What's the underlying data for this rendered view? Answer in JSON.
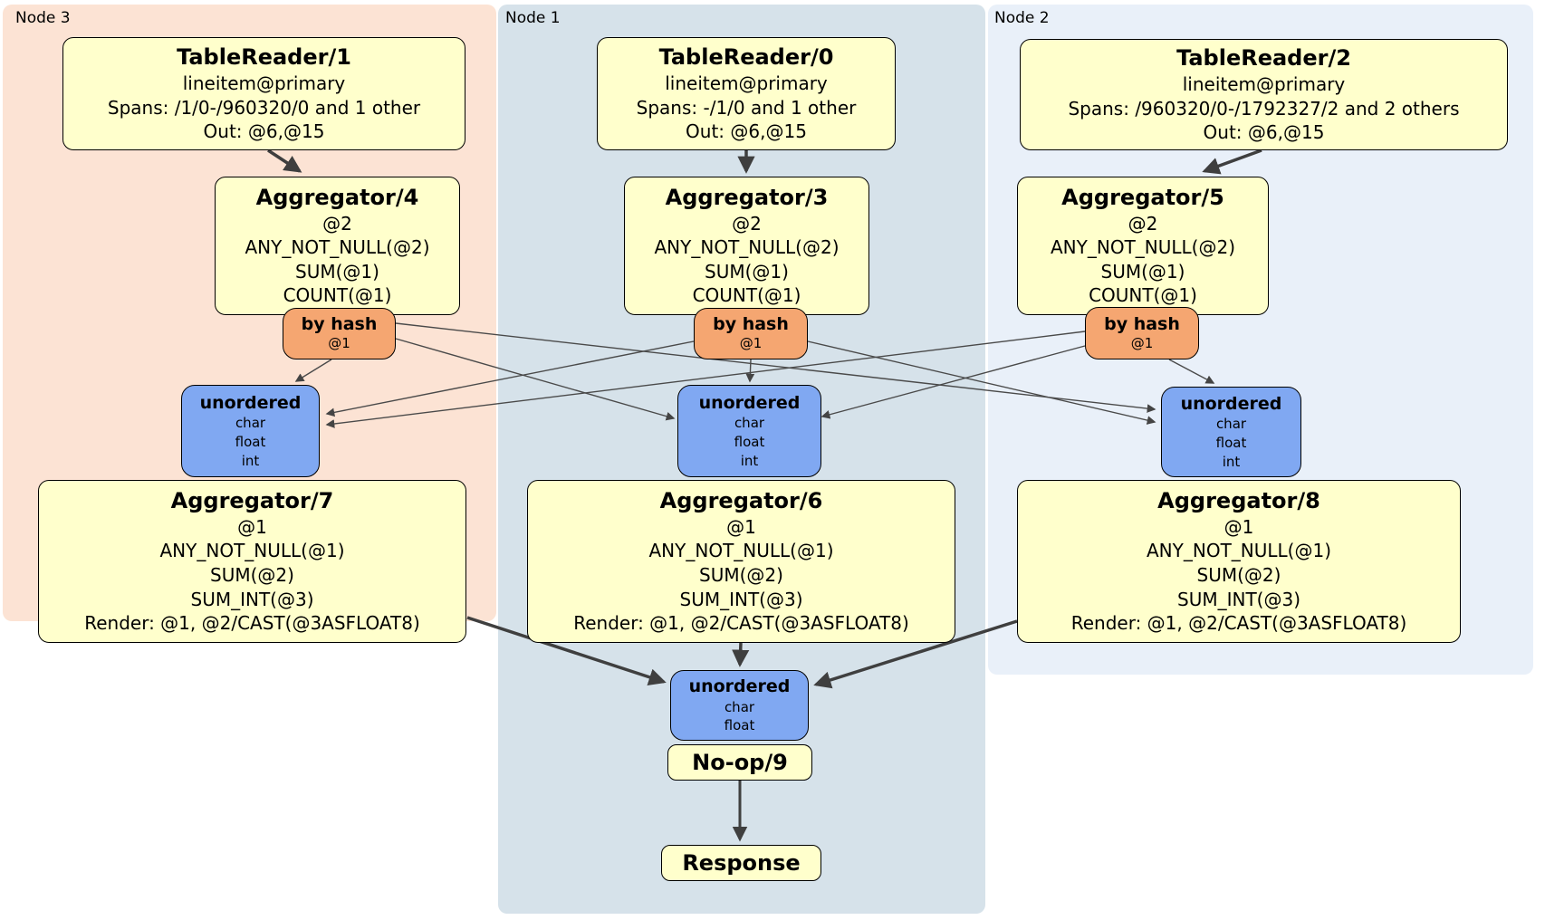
{
  "nodes": {
    "node3": {
      "label": "Node 3"
    },
    "node1": {
      "label": "Node 1"
    },
    "node2": {
      "label": "Node 2"
    }
  },
  "colors": {
    "node3_bg": "#fce3d4",
    "node1_bg": "#d6e2ea",
    "node2_bg": "#e9f0f9",
    "processor_fill": "#ffffcc",
    "router_fill": "#f5a671",
    "sync_fill": "#80a8f2",
    "edge": "#3f3f3f"
  },
  "processors": {
    "tablereader1": {
      "title": "TableReader/1",
      "lines": [
        "lineitem@primary",
        "Spans: /1/0-/960320/0 and 1 other",
        "Out: @6,@15"
      ]
    },
    "tablereader0": {
      "title": "TableReader/0",
      "lines": [
        "lineitem@primary",
        "Spans: -/1/0 and 1 other",
        "Out: @6,@15"
      ]
    },
    "tablereader2": {
      "title": "TableReader/2",
      "lines": [
        "lineitem@primary",
        "Spans: /960320/0-/1792327/2 and 2 others",
        "Out: @6,@15"
      ]
    },
    "aggregator4": {
      "title": "Aggregator/4",
      "lines": [
        "@2",
        "ANY_NOT_NULL(@2)",
        "SUM(@1)",
        "COUNT(@1)"
      ]
    },
    "aggregator3": {
      "title": "Aggregator/3",
      "lines": [
        "@2",
        "ANY_NOT_NULL(@2)",
        "SUM(@1)",
        "COUNT(@1)"
      ]
    },
    "aggregator5": {
      "title": "Aggregator/5",
      "lines": [
        "@2",
        "ANY_NOT_NULL(@2)",
        "SUM(@1)",
        "COUNT(@1)"
      ]
    },
    "aggregator7": {
      "title": "Aggregator/7",
      "lines": [
        "@1",
        "ANY_NOT_NULL(@1)",
        "SUM(@2)",
        "SUM_INT(@3)",
        "Render: @1, @2/CAST(@3ASFLOAT8)"
      ]
    },
    "aggregator6": {
      "title": "Aggregator/6",
      "lines": [
        "@1",
        "ANY_NOT_NULL(@1)",
        "SUM(@2)",
        "SUM_INT(@3)",
        "Render: @1, @2/CAST(@3ASFLOAT8)"
      ]
    },
    "aggregator8": {
      "title": "Aggregator/8",
      "lines": [
        "@1",
        "ANY_NOT_NULL(@1)",
        "SUM(@2)",
        "SUM_INT(@3)",
        "Render: @1, @2/CAST(@3ASFLOAT8)"
      ]
    },
    "noop9": {
      "title": "No-op/9"
    },
    "response": {
      "title": "Response"
    }
  },
  "routers": {
    "byhash4": {
      "label": "by hash",
      "detail": "@1"
    },
    "byhash3": {
      "label": "by hash",
      "detail": "@1"
    },
    "byhash5": {
      "label": "by hash",
      "detail": "@1"
    }
  },
  "syncs": {
    "unordered_left": {
      "label": "unordered",
      "columns": [
        "char",
        "float",
        "int"
      ]
    },
    "unordered_mid": {
      "label": "unordered",
      "columns": [
        "char",
        "float",
        "int"
      ]
    },
    "unordered_right": {
      "label": "unordered",
      "columns": [
        "char",
        "float",
        "int"
      ]
    },
    "unordered_final": {
      "label": "unordered",
      "columns": [
        "char",
        "float"
      ]
    }
  }
}
